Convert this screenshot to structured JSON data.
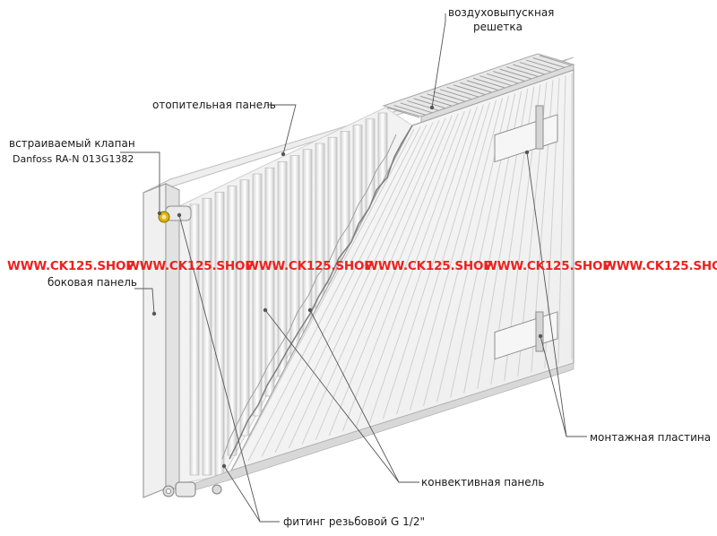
{
  "labels": {
    "air_grille_line1": "воздуховыпускная",
    "air_grille_line2": "решетка",
    "heating_panel": "отопительная панель",
    "valve_line1": "встраиваемый клапан",
    "valve_line2": "Danfoss RA-N 013G1382",
    "side_panel": "боковая панель",
    "mounting_plate": "монтажная пластина",
    "convective_panel": "конвективная панель",
    "fitting": "фитинг резьбовой G 1/2\""
  },
  "watermark": {
    "text": "WWW.CK125.SHOP",
    "color": "#ee2020"
  },
  "colors": {
    "leader_line": "#555555",
    "valve_accent": "#e0b400",
    "panel_fill": "#f4f4f4",
    "panel_stroke": "#9a9a9a"
  }
}
